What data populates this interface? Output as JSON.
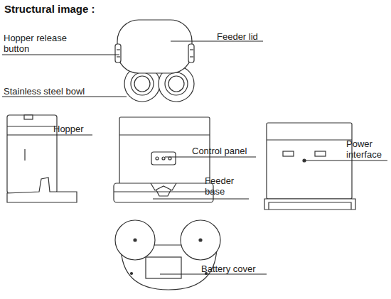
{
  "diagram": {
    "title": "Structural image :",
    "labels": [
      "Hopper release button",
      "Feeder lid",
      "Stainless steel bowl",
      "Hopper",
      "Control panel",
      "Feeder base",
      "Power interface",
      "Battery cover"
    ]
  }
}
